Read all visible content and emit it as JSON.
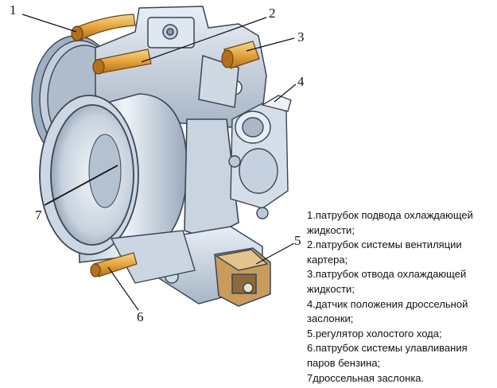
{
  "diagram": {
    "callouts": [
      "1",
      "2",
      "3",
      "4",
      "5",
      "6",
      "7"
    ],
    "legend": [
      "1.патрубок подвода охлаждающей жидкости;",
      "2.патрубок системы вентиляции картера;",
      "3.патрубок отвода охлаждающей жидкости;",
      "4.датчик положения дроссельной заслонки;",
      "5.регулятор холостого хода;",
      "6.патрубок системы улавливания паров бензина;",
      "7дроссельная заслонка."
    ]
  }
}
